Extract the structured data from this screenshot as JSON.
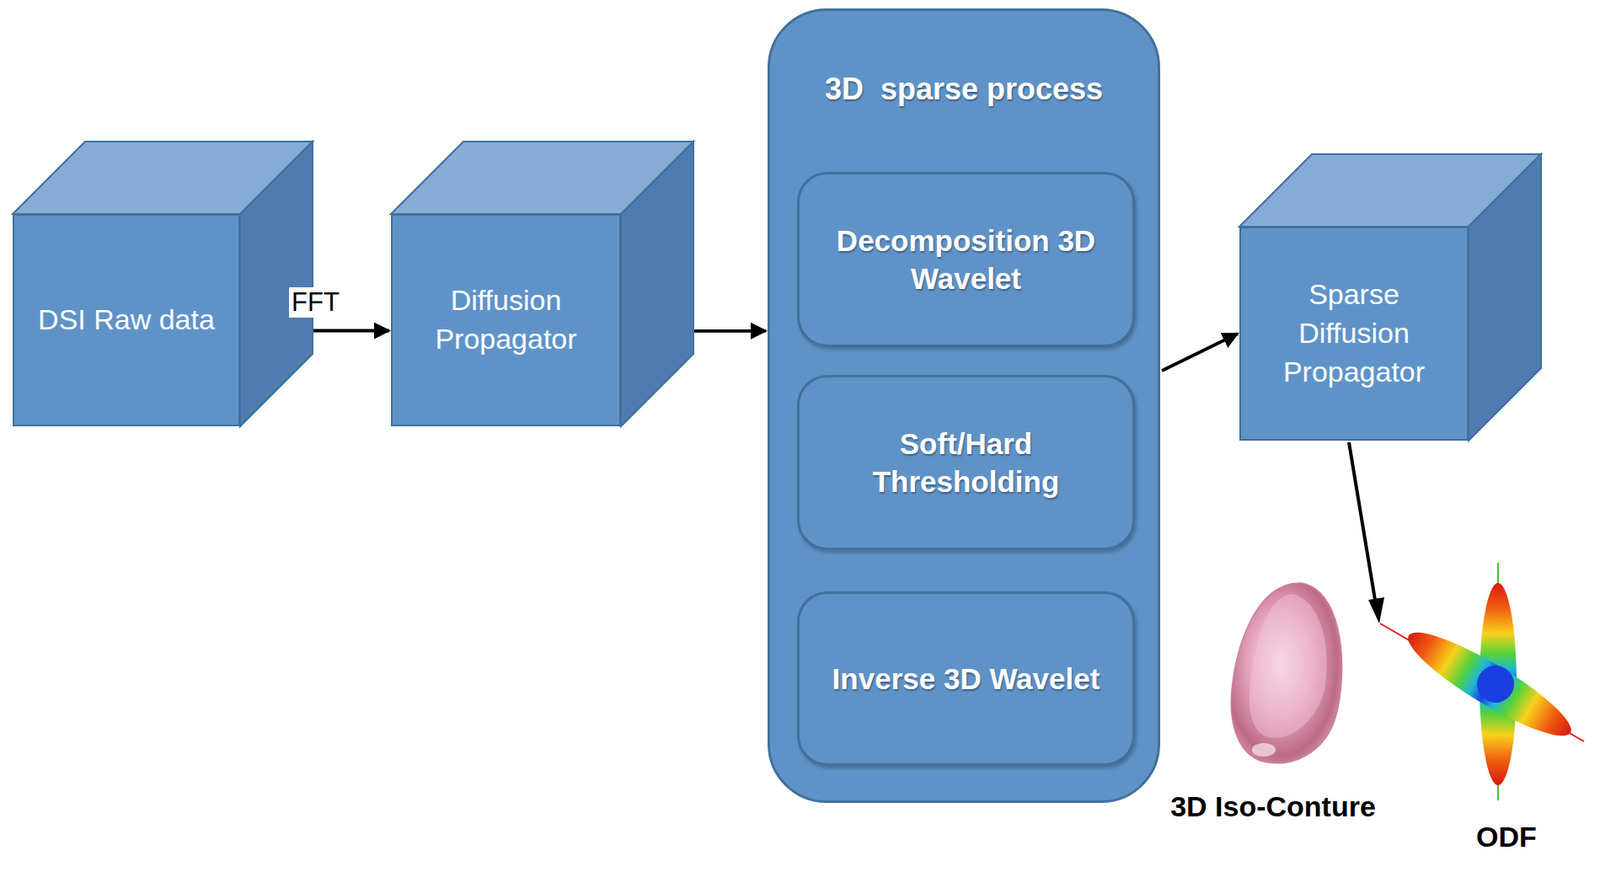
{
  "diagram": {
    "nodes": [
      {
        "text": [
          "DSI Raw data"
        ]
      },
      {
        "text": [
          "Diffusion Propagator"
        ]
      },
      {
        "text": [
          "3D  sparse process"
        ]
      },
      {
        "text": [
          "Decomposition 3D Wavelet"
        ],
        "in": 2
      },
      {
        "text": [
          "Soft/Hard Thresholding"
        ],
        "in": 2
      },
      {
        "text": [
          "Inverse 3D Wavelet"
        ],
        "in": 2
      },
      {
        "text": [
          "Sparse Diffusion Propagator"
        ]
      }
    ],
    "edges": [
      {
        "from": 0,
        "to": 1,
        "label": "FFT",
        "arrow": "to"
      },
      {
        "from": 1,
        "to": 2,
        "arrow": "to"
      },
      {
        "from": 2,
        "to": 6,
        "arrow": "to"
      }
    ],
    "labels": [
      "3D Iso-Conture",
      "ODF"
    ]
  }
}
